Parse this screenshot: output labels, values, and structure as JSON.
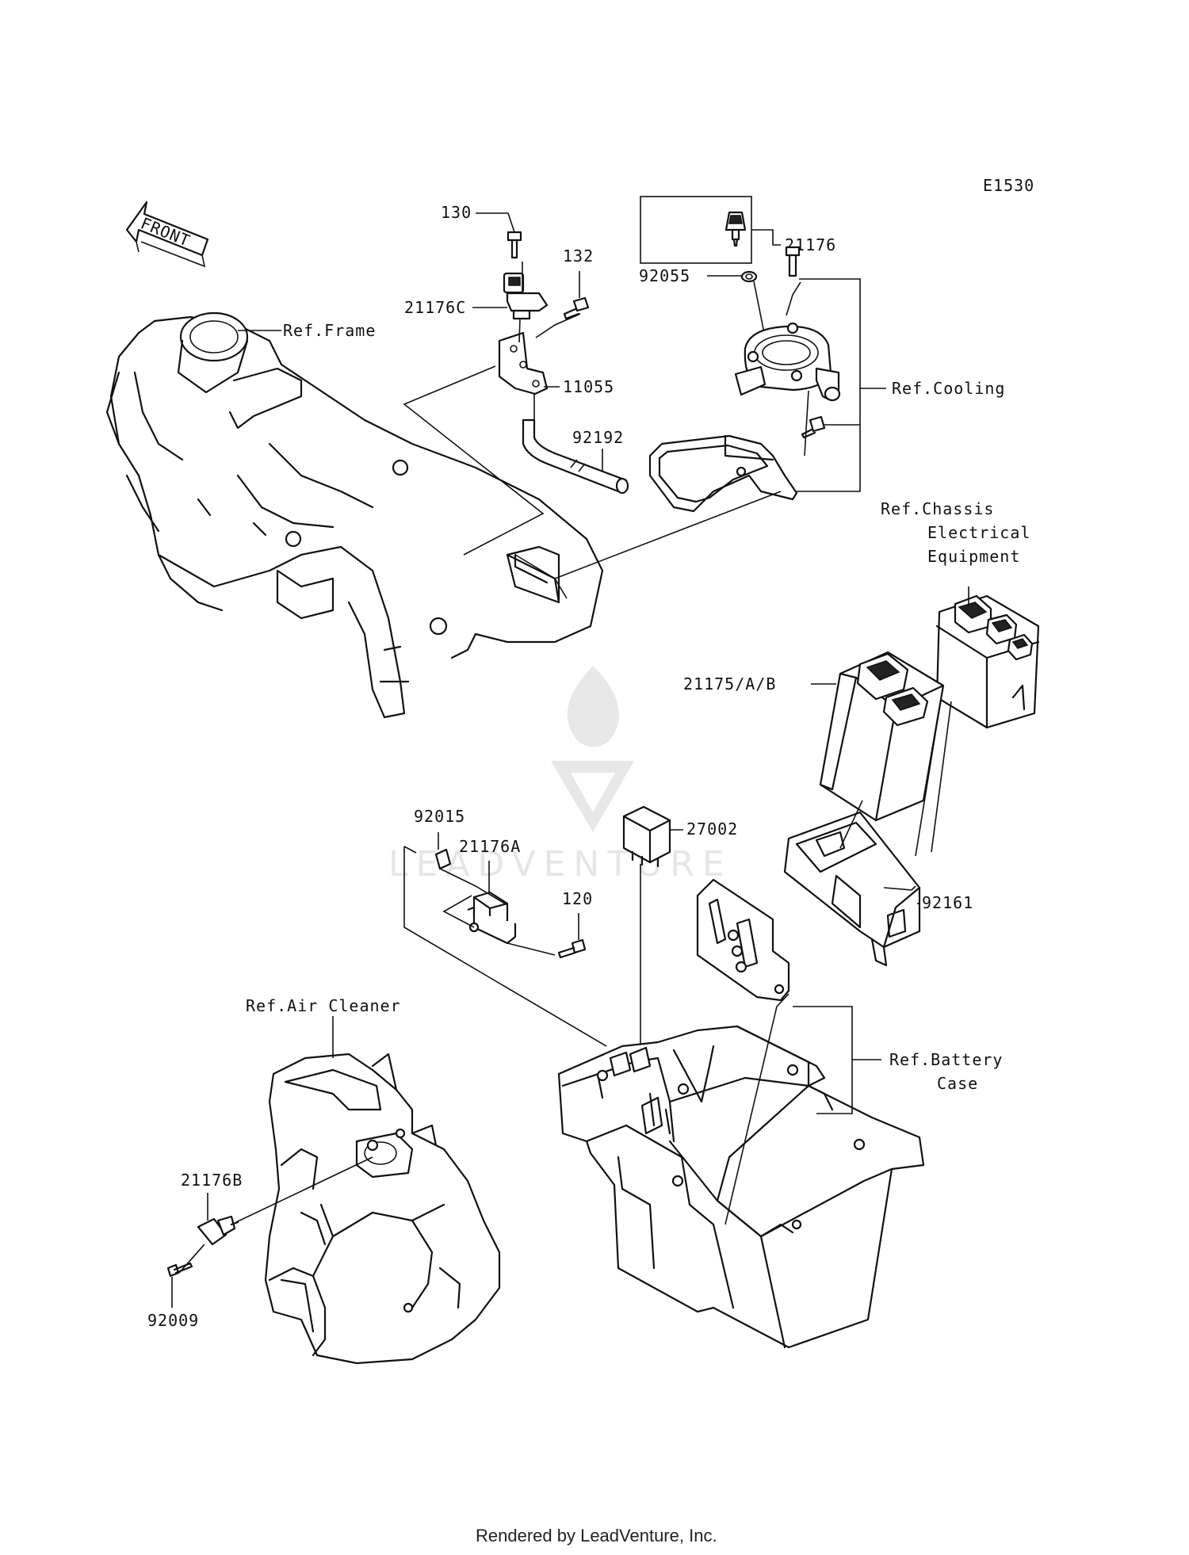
{
  "diagram_id": "E1530",
  "front_arrow": "FRONT",
  "watermark": "LEADVENTURE",
  "footer": "Rendered by LeadVenture, Inc.",
  "parts": {
    "p130": "130",
    "p132": "132",
    "p21176C": "21176C",
    "p11055": "11055",
    "p92192": "92192",
    "p21176": "21176",
    "p92055": "92055",
    "p21175": "21175/A/B",
    "p27002": "27002",
    "p92161": "92161",
    "p92015": "92015",
    "p21176A": "21176A",
    "p120": "120",
    "p21176B": "21176B",
    "p92009": "92009"
  },
  "refs": {
    "frame": "Ref.Frame",
    "cooling": "Ref.Cooling",
    "chassis_1": "Ref.Chassis",
    "chassis_2": "Electrical",
    "chassis_3": "Equipment",
    "air_cleaner": "Ref.Air Cleaner",
    "battery_1": "Ref.Battery",
    "battery_2": "Case"
  }
}
